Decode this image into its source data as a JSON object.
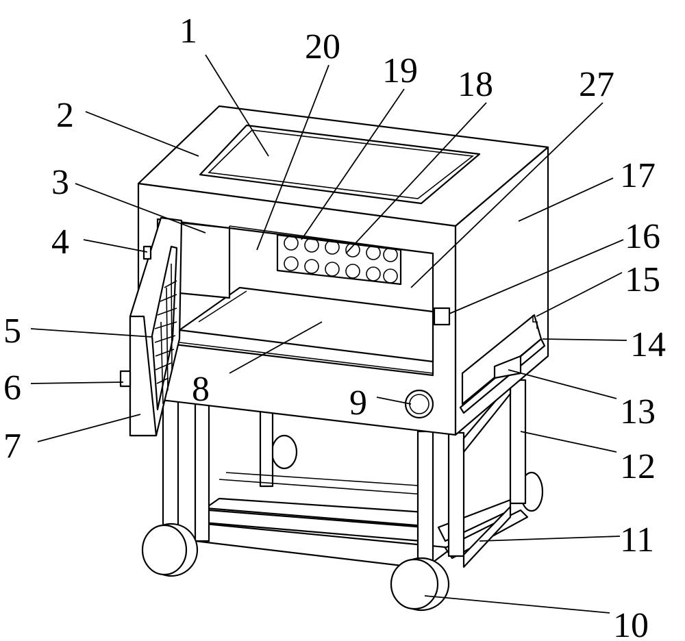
{
  "labels": {
    "l1": "1",
    "l2": "2",
    "l3": "3",
    "l4": "4",
    "l5": "5",
    "l6": "6",
    "l7": "7",
    "l8": "8",
    "l9": "9",
    "l10": "10",
    "l11": "11",
    "l12": "12",
    "l13": "13",
    "l14": "14",
    "l15": "15",
    "l16": "16",
    "l17": "17",
    "l18": "18",
    "l19": "19",
    "l20": "20",
    "l27": "27"
  }
}
